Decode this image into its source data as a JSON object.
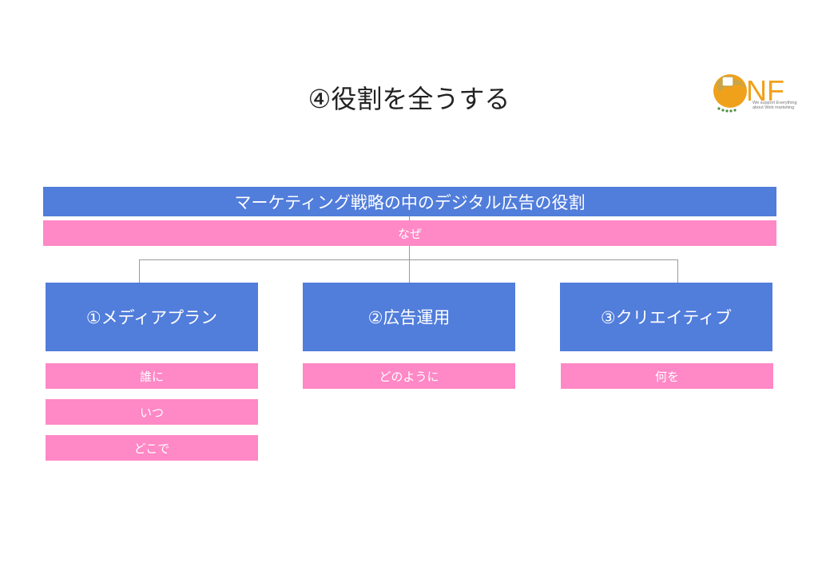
{
  "slide": {
    "title": "④役割を全うする"
  },
  "logo": {
    "letters": "NF",
    "tagline_1": "We support Everything",
    "tagline_2": "about Web marketing",
    "colors": {
      "orange": "#f0a11b",
      "gold": "#c9a548",
      "green": "#4e8d3c"
    }
  },
  "diagram": {
    "main": "マーケティング戦略の中のデジタル広告の役割",
    "why": "なぜ",
    "branches": [
      {
        "label": "①メディアプラン",
        "items": [
          "誰に",
          "いつ",
          "どこで"
        ]
      },
      {
        "label": "②広告運用",
        "items": [
          "どのように"
        ]
      },
      {
        "label": "③クリエイティブ",
        "items": [
          "何を"
        ]
      }
    ]
  },
  "colors": {
    "box_blue": "#517ddb",
    "label_pink": "#ff88c6",
    "connector": "#9a9a9a"
  }
}
